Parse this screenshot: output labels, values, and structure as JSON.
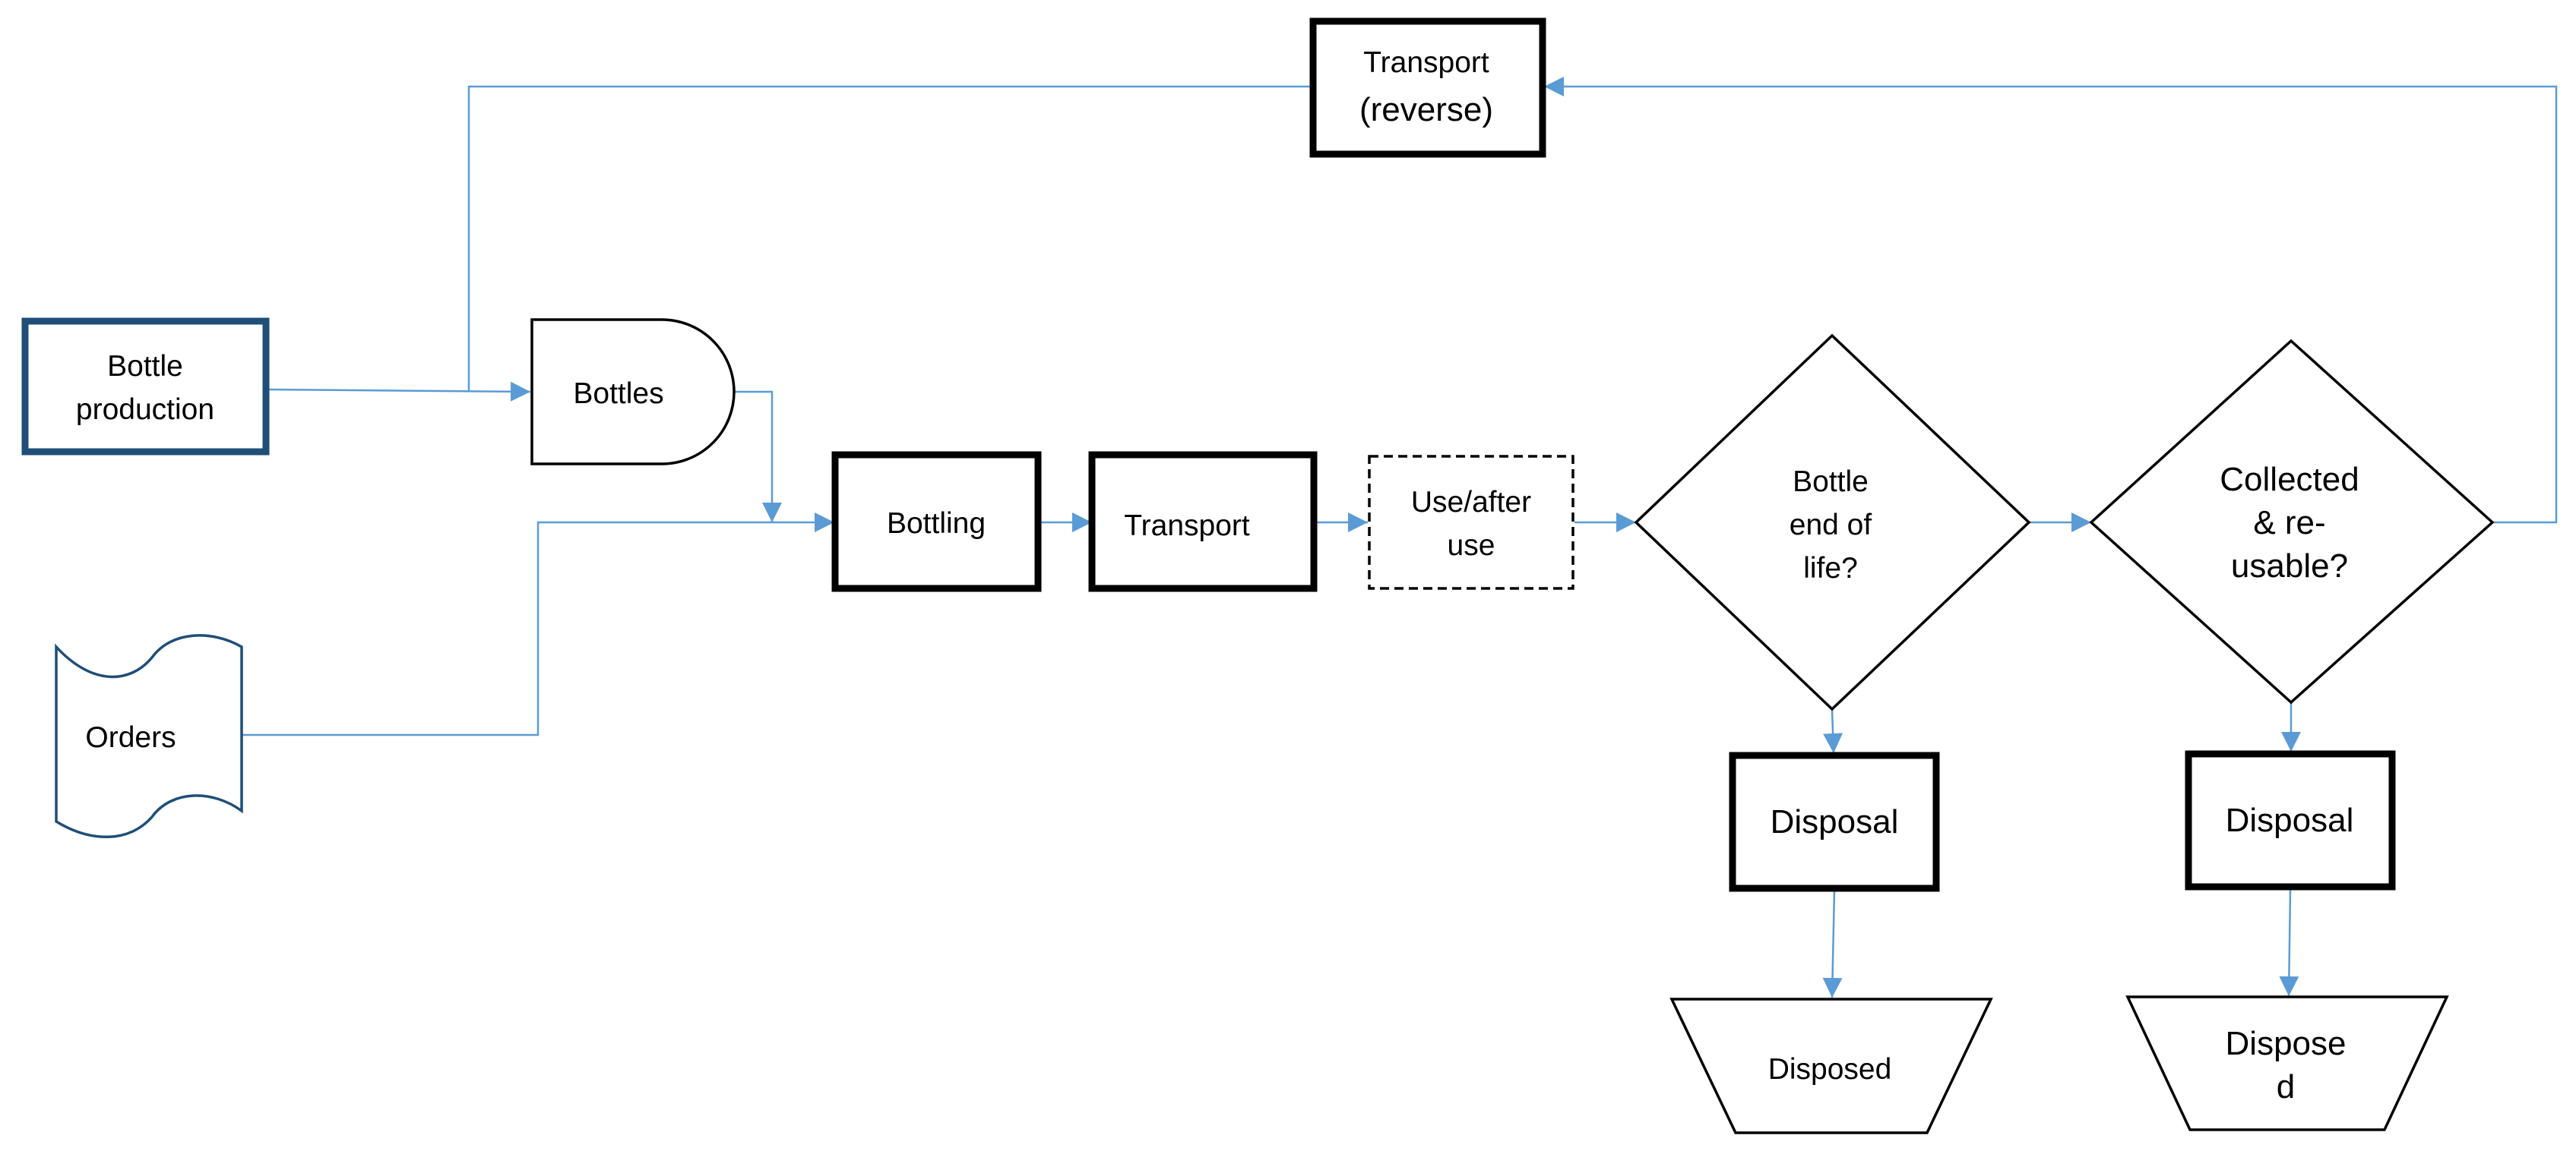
{
  "colors": {
    "connector": "#5b9bd5",
    "dark_blue_border": "#1f4e79",
    "outline": "#000000"
  },
  "nodes": {
    "bottle_production": {
      "lines": [
        "Bottle",
        "production"
      ]
    },
    "bottles": {
      "label": "Bottles"
    },
    "orders": {
      "label": "Orders"
    },
    "bottling": {
      "label": "Bottling"
    },
    "transport": {
      "label": "Transport"
    },
    "use_after_use": {
      "lines": [
        "Use/after",
        "use"
      ]
    },
    "bottle_end_of_life": {
      "lines": [
        "Bottle",
        "end of",
        "life?"
      ]
    },
    "collected_reusable": {
      "lines": [
        "Collected",
        "& re-",
        "usable?"
      ]
    },
    "transport_reverse": {
      "lines": [
        "Transport",
        "(reverse)"
      ]
    },
    "disposal_1": {
      "label": "Disposal"
    },
    "disposal_2": {
      "label": "Disposal"
    },
    "disposed_1": {
      "label": "Disposed"
    },
    "disposed_2": {
      "lines": [
        "Dispose",
        "d"
      ]
    }
  }
}
